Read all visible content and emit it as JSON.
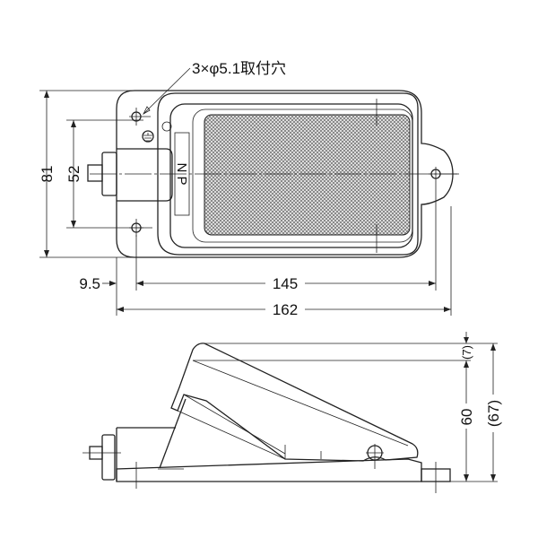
{
  "callout": {
    "mounting_holes": "3×φ5.1取付穴"
  },
  "nameplate": {
    "text": "N P"
  },
  "dimensions": {
    "height_total": "81",
    "hole_pitch_vertical": "52",
    "edge_to_hole": "9.5",
    "hole_pitch_horizontal": "145",
    "width_total": "162",
    "pedal_offset": "(7)",
    "height_base": "60",
    "height_total_side": "(67)"
  },
  "colors": {
    "line": "#222222",
    "mesh": "#555555"
  }
}
